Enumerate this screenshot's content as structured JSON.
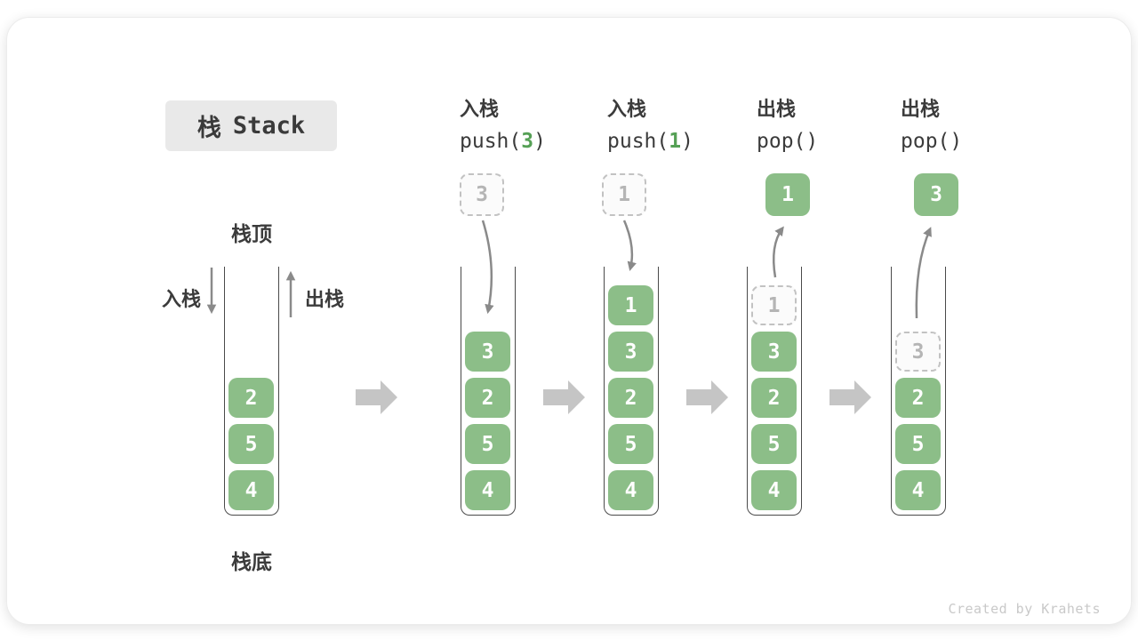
{
  "title": {
    "zh": "栈",
    "en": "Stack"
  },
  "stack_labels": {
    "top": "栈顶",
    "bottom": "栈底",
    "push_side": "入栈",
    "pop_side": "出栈"
  },
  "operations": [
    {
      "name": "入栈",
      "code_pre": "push(",
      "code_arg": "3",
      "code_post": ")"
    },
    {
      "name": "入栈",
      "code_pre": "push(",
      "code_arg": "1",
      "code_post": ")"
    },
    {
      "name": "出栈",
      "code_pre": "pop(",
      "code_arg": "",
      "code_post": ")"
    },
    {
      "name": "出栈",
      "code_pre": "pop(",
      "code_arg": "",
      "code_post": ")"
    }
  ],
  "floating_boxes": [
    {
      "value": "3",
      "style": "dashed"
    },
    {
      "value": "1",
      "style": "dashed"
    },
    {
      "value": "1",
      "style": "solid-green"
    },
    {
      "value": "3",
      "style": "solid-green"
    }
  ],
  "stacks": [
    {
      "items": [
        "2",
        "5",
        "4"
      ]
    },
    {
      "items": [
        "3",
        "2",
        "5",
        "4"
      ]
    },
    {
      "items": [
        "1",
        "3",
        "2",
        "5",
        "4"
      ]
    },
    {
      "ghost": "1",
      "items": [
        "3",
        "2",
        "5",
        "4"
      ]
    },
    {
      "ghost": "3",
      "items": [
        "2",
        "5",
        "4"
      ]
    }
  ],
  "watermark": "Created by Krahets",
  "colors": {
    "box_green": "#8cbe88",
    "code_green": "#55a055",
    "curve_arrow_gray": "#8a8a8a",
    "block_arrow_gray": "#c5c5c5",
    "ghost_gray": "#c2c2c2",
    "text_dark": "#3b3b3b",
    "title_bg": "#e9e9e9"
  }
}
